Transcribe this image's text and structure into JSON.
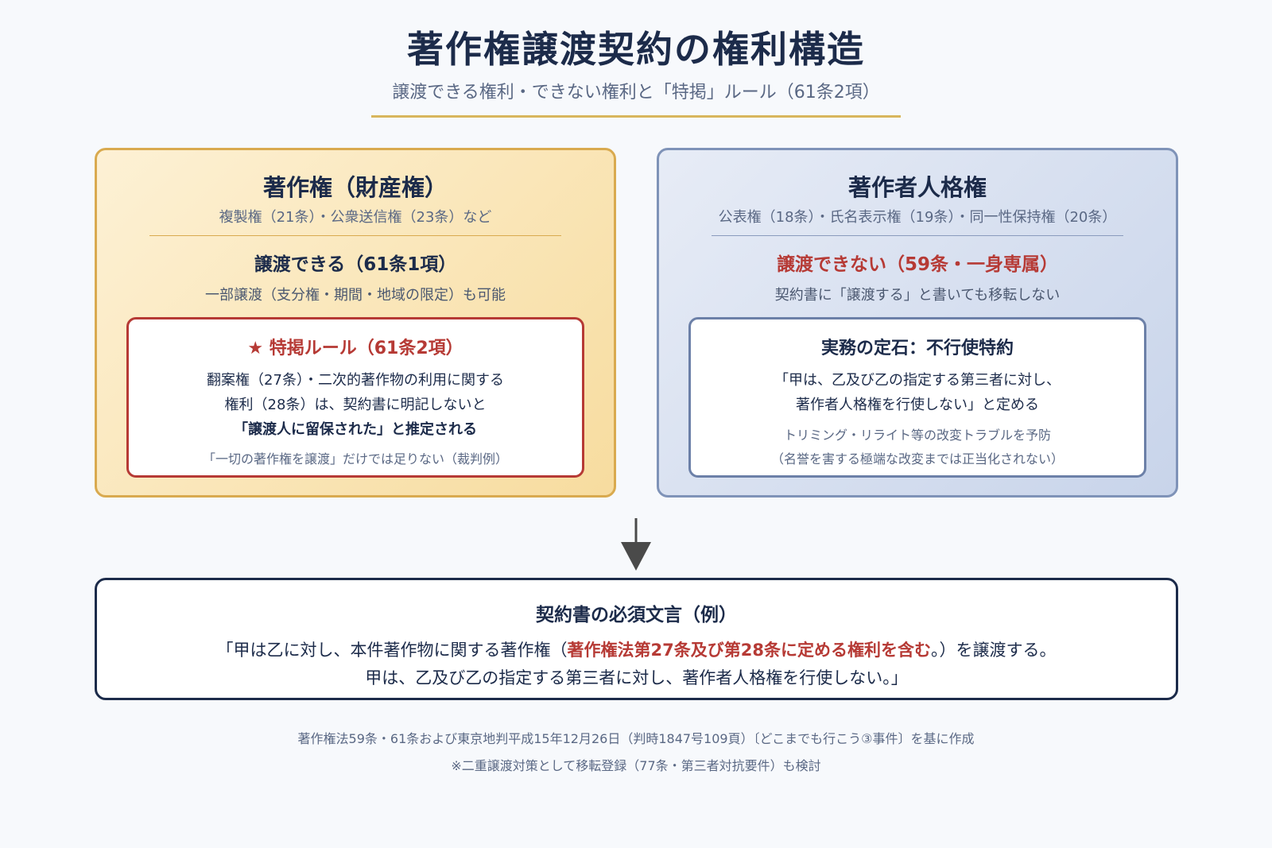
{
  "header": {
    "title": "著作権譲渡契約の権利構造",
    "subtitle": "譲渡できる権利・できない権利と「特掲」ルール（61条2項）"
  },
  "left_panel": {
    "heading": "著作権（財産権）",
    "examples": "複製権（21条）・公衆送信権（23条）など",
    "status": "譲渡できる（61条1項）",
    "note": "一部譲渡（支分権・期間・地域の限定）も可能",
    "callout": {
      "heading": "★ 特掲ルール（61条2項）",
      "line1": "翻案権（27条）・二次的著作物の利用に関する",
      "line2": "権利（28条）は、契約書に明記しないと",
      "line3": "「譲渡人に留保された」と推定される",
      "note": "「一切の著作権を譲渡」だけでは足りない（裁判例）"
    }
  },
  "right_panel": {
    "heading": "著作者人格権",
    "examples": "公表権（18条）・氏名表示権（19条）・同一性保持権（20条）",
    "status": "譲渡できない（59条・一身専属）",
    "note": "契約書に「譲渡する」と書いても移転しない",
    "callout": {
      "heading": "実務の定石：不行使特約",
      "line1": "「甲は、乙及び乙の指定する第三者に対し、",
      "line2": "著作者人格権を行使しない」と定める",
      "note1": "トリミング・リライト等の改変トラブルを予防",
      "note2": "（名誉を害する極端な改変までは正当化されない）"
    }
  },
  "bottom": {
    "heading": "契約書の必須文言（例）",
    "line1_pre": "「甲は乙に対し、本件著作物に関する著作権（",
    "line1_highlight": "著作権法第27条及び第28条に定める権利を含む",
    "line1_post": "。）を譲渡する。",
    "line2": "甲は、乙及び乙の指定する第三者に対し、著作者人格権を行使しない。」"
  },
  "footer": {
    "source": "著作権法59条・61条および東京地判平成15年12月26日（判時1847号109頁）〔どこまでも行こう③事件〕を基に作成",
    "note": "※二重譲渡対策として移転登録（77条・第三者対抗要件）も検討"
  },
  "colors": {
    "navy": "#1c2b4a",
    "red": "#b63a35",
    "gold": "#d9aa4f",
    "slate_blue": "#7f93b8"
  }
}
